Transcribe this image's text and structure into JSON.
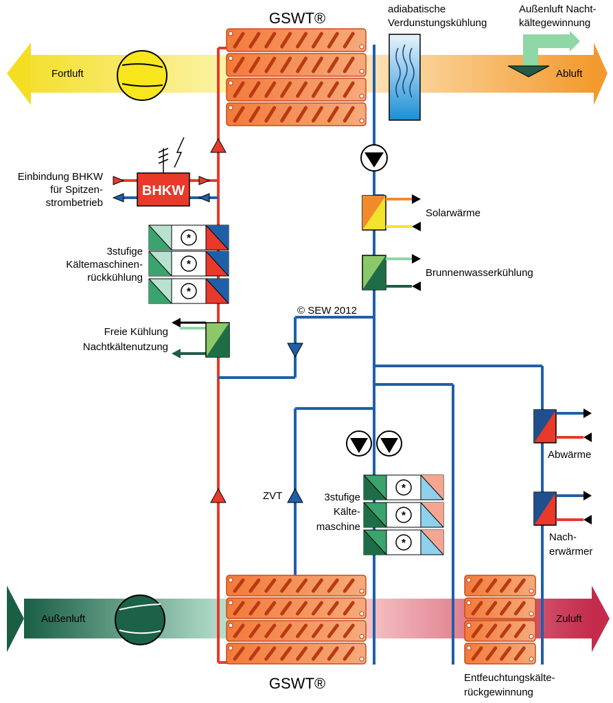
{
  "labels": {
    "gswt_top": "GSWT®",
    "gswt_bottom": "GSWT®",
    "adiabatic_1": "adiabatische",
    "adiabatic_2": "Verdunstungskühlung",
    "outside_night_1": "Außenluft Nacht-",
    "outside_night_2": "kältegewinnung",
    "fortluft": "Fortluft",
    "abluft": "Abluft",
    "aussenluft": "Außenluft",
    "zuluft": "Zuluft",
    "bhkw": "BHKW",
    "bhkw_desc_1": "Einbindung BHKW",
    "bhkw_desc_2": "für Spitzen-",
    "bhkw_desc_3": "strombetrieb",
    "recool_1": "3stufige",
    "recool_2": "Kältemaschinen-",
    "recool_3": "rückkühlung",
    "free_cool_1": "Freie Kühlung",
    "free_cool_2": "Nachtkältenutzung",
    "solar": "Solarwärme",
    "well": "Brunnenwasserkühlung",
    "copyright": "© SEW 2012",
    "zvt": "ZVT",
    "chiller_1": "3stufige",
    "chiller_2": "Kälte-",
    "chiller_3": "maschine",
    "waste_heat": "Abwärme",
    "reheat_1": "Nach-",
    "reheat_2": "erwärmer",
    "dehum_1": "Entfeuchtungskälte-",
    "dehum_2": "rückgewinnung"
  },
  "colors": {
    "red_pipe": "#e8392b",
    "blue_pipe": "#1f5fa8",
    "exhaust_air": "#f7e23a",
    "extract_air": "#f5a542",
    "outside_air": "#1e6b4f",
    "supply_air": "#c8344e",
    "coil_fill": "#f08a4a"
  }
}
